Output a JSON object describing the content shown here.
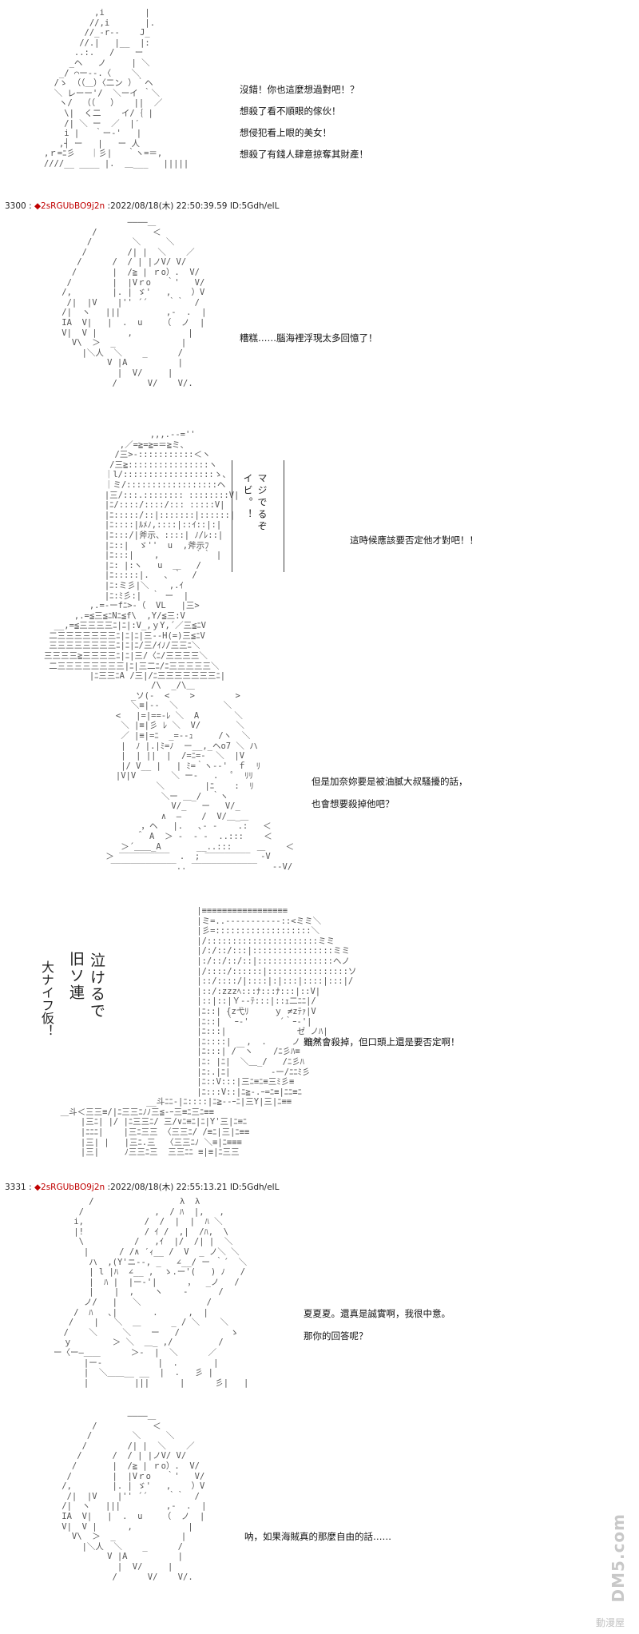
{
  "posts": [
    {
      "number": "3300",
      "trip": "◆2sRGUbBO9j2n",
      "datetime": "2022/08/18(木) 22:50:39.59",
      "id": "ID:5Gdh/elL"
    },
    {
      "number": "3331",
      "trip": "◆2sRGUbBO9j2n",
      "datetime": "2022/08/18(木) 22:55:13.21",
      "id": "ID:5Gdh/elL"
    }
  ],
  "panel1": {
    "lines": [
      "沒錯！你也這麼想過對吧！？",
      "想殺了看不順眼的傢伙！",
      "想侵犯看上眼的美女！",
      "想殺了有錢人肆意掠奪其財產！"
    ]
  },
  "panel2": {
    "lines": [
      "糟糕……腦海裡浮現太多回憶了！"
    ]
  },
  "panel3": {
    "bubble": [
      "マジでるぞ",
      "イビ。！"
    ],
    "lines": [
      "這時候應該要否定他才對吧！！"
    ]
  },
  "panel4": {
    "lines": [
      "但是加奈妳要是被油膩大叔騷擾的話，",
      "也會想要殺掉他吧？"
    ]
  },
  "panel5": {
    "sfx": [
      "泣けるで",
      "旧ソ連"
    ],
    "sfx_small": "大ナイフ仮！",
    "lines": [
      "雖然會殺掉，但口頭上還是要否定啊！"
    ]
  },
  "panel6": {
    "lines": [
      "夏夏夏。還真是誠實啊，我很中意。",
      "那你的回答呢？"
    ]
  },
  "panel7": {
    "lines": [
      "呐，如果海賊真的那麼自由的話……"
    ]
  },
  "watermark": {
    "brand": "DM5.com",
    "cn": "動漫屋"
  }
}
